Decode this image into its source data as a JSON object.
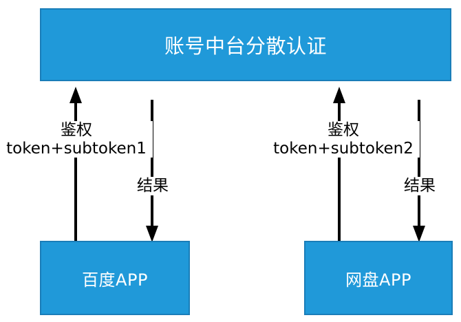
{
  "diagram": {
    "title_text": "账号中台分散认证",
    "background": "#ffffff",
    "node_fill": "#2099D9",
    "node_border": "#1A7DB8",
    "node_text_color": "#ffffff",
    "edge_color": "#000000",
    "nodes": {
      "center": {
        "label": "账号中台分散认证"
      },
      "baidu_app": {
        "label": "百度APP"
      },
      "netdisk_app": {
        "label": "网盘APP"
      }
    },
    "edges": {
      "left_up": {
        "label_line1": "鉴权",
        "label_line2": "token+subtoken1",
        "direction": "up",
        "from": "百度APP",
        "to": "账号中台分散认证"
      },
      "left_down": {
        "label_line1": "结果",
        "direction": "down",
        "from": "账号中台分散认证",
        "to": "百度APP"
      },
      "right_up": {
        "label_line1": "鉴权",
        "label_line2": "token+subtoken2",
        "direction": "up",
        "from": "网盘APP",
        "to": "账号中台分散认证"
      },
      "right_down": {
        "label_line1": "结果",
        "direction": "down",
        "from": "账号中台分散认证",
        "to": "网盘APP"
      }
    }
  }
}
